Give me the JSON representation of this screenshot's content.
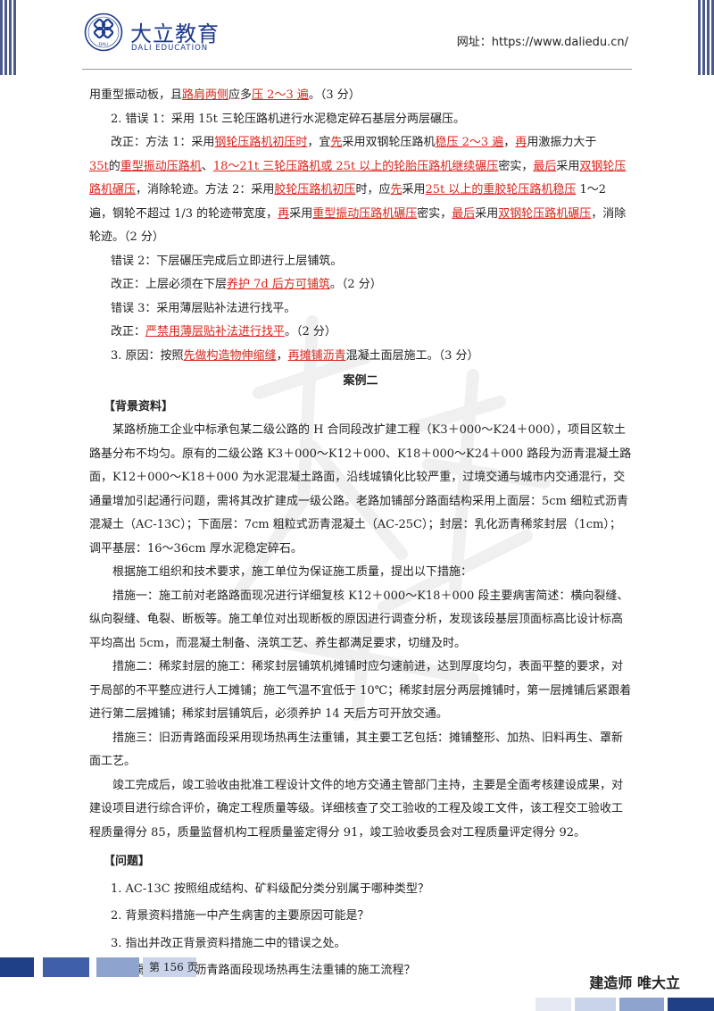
{
  "header": {
    "brand_name": "大立教育",
    "brand_sub": "DALI EDUCATION",
    "site_label": "网址：https://www.daliedu.cn/",
    "logo_text": "DALI",
    "colors": {
      "brand": "#1d3a8a",
      "accent": "#d9261c"
    }
  },
  "body": {
    "p1_a": "用重型振动板，且",
    "p1_r1": "路肩两侧",
    "p1_b": "应多",
    "p1_r2": "压 2～3 遍",
    "p1_c": "。（3 分）",
    "p2": "2. 错误 1：采用 15t 三轮压路机进行水泥稳定碎石基层分两层碾压。",
    "p3_a": "改正：方法 1：采用",
    "p3_r1": "钢轮压路机初压时",
    "p3_b": "，宜",
    "p3_r2": "先",
    "p3_c": "采用双钢轮压路机",
    "p3_r3": "稳压 2～3 遍",
    "p3_d": "，",
    "p3_r4": "再",
    "p3_e": "用激振力大于",
    "p3_r5": "35t",
    "p3_f": "的",
    "p3_r6": "重型振动压路机",
    "p3_g": "、",
    "p3_r7": "18～21t 三轮压路机或 25t 以上的轮胎压路机继续碾压",
    "p3_h": "密实，",
    "p3_r8": "最后",
    "p3_i": "采用",
    "p3_r9": "双钢轮压路机碾压",
    "p3_j": "，消除轮迹。方法 2：采用",
    "p3_r10": "胶轮压路机初压",
    "p3_k": "时，应",
    "p3_r11": "先",
    "p3_l": "采用",
    "p3_r12": "25t 以上的重胶轮压路机稳压",
    "p3_m": " 1～2 遍，钢轮不超过 1/3 的轮迹带宽度，",
    "p3_r13": "再",
    "p3_n": "采用",
    "p3_r14": "重型振动压路机碾压",
    "p3_o": "密实，",
    "p3_r15": "最后",
    "p3_p": "采用",
    "p3_r16": "双钢轮压路机碾压",
    "p3_q": "，消除轮迹。（2 分）",
    "p4": "错误 2：下层碾压完成后立即进行上层铺筑。",
    "p5_a": "改正：上层必须在下层",
    "p5_r": "养护 7d 后方可铺筑",
    "p5_b": "。（2 分）",
    "p6": "错误 3：采用薄层贴补法进行找平。",
    "p7_a": "改正：",
    "p7_r": "严禁用薄层贴补法进行找平",
    "p7_b": "。（2 分）",
    "p8_a": "3. 原因：按照",
    "p8_r1": "先做构造物伸缩缝",
    "p8_b": "，",
    "p8_r2": "再摊铺沥青",
    "p8_c": "混凝土面层施工。（3 分）",
    "case_title": "案例二",
    "bg_title": "【背景资料】",
    "bg1": "某路桥施工企业中标承包某二级公路的 H 合同段改扩建工程（K3＋000～K24＋000），项目区软土路基分布不均匀。原有的二级公路 K3＋000～K12＋000、K18＋000～K24＋000 路段为沥青混凝土路面，K12＋000～K18＋000 为水泥混凝土路面，沿线城镇化比较严重，过境交通与城市内交通混行，交通量增加引起通行问题，需将其改扩建成一级公路。老路加铺部分路面结构采用上面层：5cm 细粒式沥青混凝土（AC-13C）；下面层：7cm 粗粒式沥青混凝土（AC-25C）；封层：乳化沥青稀浆封层（1cm）；调平基层：16～36cm 厚水泥稳定碎石。",
    "bg2": "根据施工组织和技术要求，施工单位为保证施工质量，提出以下措施：",
    "bg3": "措施一：施工前对老路路面现况进行详细复核 K12＋000～K18＋000 段主要病害简述：横向裂缝、纵向裂缝、龟裂、断板等。施工单位对出现断板的原因进行调查分析，发现该段基层顶面标高比设计标高平均高出 5cm，而混凝土制备、浇筑工艺、养生都满足要求，切缝及时。",
    "bg4": "措施二：稀浆封层的施工：稀浆封层铺筑机摊铺时应匀速前进，达到厚度均匀，表面平整的要求，对于局部的不平整应进行人工摊铺；施工气温不宜低于 10℃；稀浆封层分两层摊铺时，第一层摊铺后紧跟着进行第二层摊铺；稀浆封层铺筑后，必须养护 14 天后方可开放交通。",
    "bg5": "措施三：旧沥青路面段采用现场热再生法重铺，其主要工艺包括：摊铺整形、加热、旧料再生、罩新面工艺。",
    "bg6": "竣工完成后，竣工验收由批准工程设计文件的地方交通主管部门主持，主要是全面考核建设成果，对建设项目进行综合评价，确定工程质量等级。详细核查了交工验收的工程及竣工文件，该工程交工验收工程质量得分 85，质量监督机构工程质量鉴定得分 91，竣工验收委员会对工程质量评定得分 92。",
    "q_title": "【问题】",
    "q1": "1. AC-13C 按照组成结构、矿料级配分类分别属于哪种类型？",
    "q2": "2. 背景资料措施一中产生病害的主要原因可能是？",
    "q3": "3. 指出并改正背景资料措施二中的错误之处。",
    "q4": "4. 背景资料中旧沥青路面段现场热再生法重铺的施工流程？"
  },
  "footer": {
    "page_label": "第 156 页",
    "slogan": "建造师  唯大立"
  }
}
